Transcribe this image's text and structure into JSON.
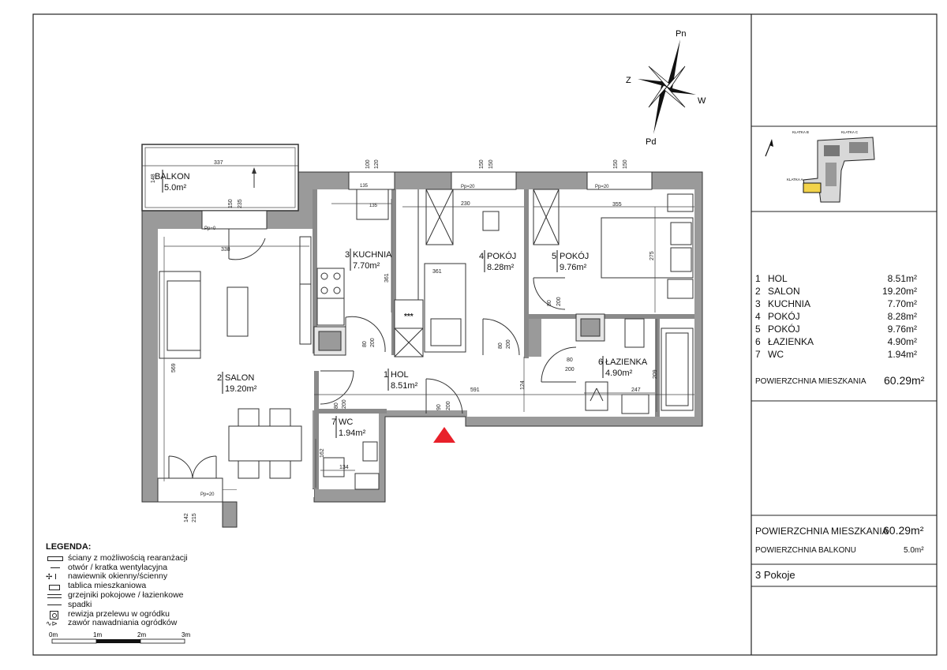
{
  "compass": {
    "n": "Pn",
    "s": "Pd",
    "w": "W",
    "z": "Z"
  },
  "site_plan": {
    "labels": [
      "KLATKA B",
      "KLATKA C",
      "KLATKA A"
    ]
  },
  "rooms": [
    {
      "num": "1",
      "name": "HOL",
      "area": "8.51m²"
    },
    {
      "num": "2",
      "name": "SALON",
      "area": "19.20m²"
    },
    {
      "num": "3",
      "name": "KUCHNIA",
      "area": "7.70m²"
    },
    {
      "num": "4",
      "name": "POKÓJ",
      "area": "8.28m²"
    },
    {
      "num": "5",
      "name": "POKÓJ",
      "area": "9.76m²"
    },
    {
      "num": "6",
      "name": "ŁAZIENKA",
      "area": "4.90m²"
    },
    {
      "num": "7",
      "name": "WC",
      "area": "1.94m²"
    }
  ],
  "plan_labels": {
    "balkon_name": "BALKON",
    "balkon_area": "5.0m²",
    "salon_num": "2",
    "salon_name": "SALON",
    "salon_area": "19.20m²",
    "kuchnia_num": "3",
    "kuchnia_name": "KUCHNIA",
    "kuchnia_area": "7.70m²",
    "pokoj4_num": "4",
    "pokoj4_name": "POKÓJ",
    "pokoj4_area": "8.28m²",
    "pokoj5_num": "5",
    "pokoj5_name": "POKÓJ",
    "pokoj5_area": "9.76m²",
    "hol_num": "1",
    "hol_name": "HOL",
    "hol_area": "8.51m²",
    "wc_num": "7",
    "wc_name": "WC",
    "wc_area": "1.94m²",
    "lazienka_num": "6",
    "lazienka_name": "ŁAZIENKA",
    "lazienka_area": "4.90m²"
  },
  "dimensions": {
    "d337": "337",
    "d148": "148",
    "d150a": "150",
    "d235": "235",
    "pp0": "Pp=0",
    "d338": "338",
    "d569": "569",
    "d100": "100",
    "d120": "120",
    "d135a": "135",
    "d135b": "135",
    "d150b": "150",
    "d150c": "150",
    "d230": "230",
    "pp20a": "Pp=20",
    "d150d": "150",
    "d150e": "150",
    "d355": "355",
    "pp20b": "Pp=20",
    "d275": "275",
    "d361a": "361",
    "d361b": "361",
    "d80a": "80",
    "d200a": "200",
    "d80b": "80",
    "d200b": "200",
    "d80c": "80",
    "d200c": "200",
    "d80d": "80",
    "d200d": "200",
    "d124": "124",
    "d591": "591",
    "d247": "247",
    "d209": "209",
    "d90": "90",
    "d200e": "200",
    "d80e": "80",
    "d200f": "200",
    "d162": "162",
    "d134": "134",
    "pp20c": "Pp=20",
    "d142": "142",
    "d215": "215",
    "stars": "***"
  },
  "panel": {
    "total_label": "POWIERZCHNIA MIESZKANIA",
    "total_value": "60.29m²",
    "summary_total_label": "POWIERZCHNIA MIESZKANIA",
    "summary_total_value": "60.29m²",
    "balcony_label": "POWIERZCHNIA BALKONU",
    "balcony_value": "5.0m²",
    "rooms_count": "3 Pokoje"
  },
  "legend": {
    "title": "LEGENDA:",
    "items": [
      "ściany z możliwością rearanżacji",
      "otwór / kratka wentylacyjna",
      "nawiewnik okienny/ścienny",
      "tablica mieszkaniowa",
      "grzejniki pokojowe / łazienkowe",
      "spadki",
      "rewizja przelewu w ogródku",
      "zawór nawadniania ogródków"
    ]
  },
  "scale": {
    "s0": "0m",
    "s1": "1m",
    "s2": "2m",
    "s3": "3m"
  }
}
